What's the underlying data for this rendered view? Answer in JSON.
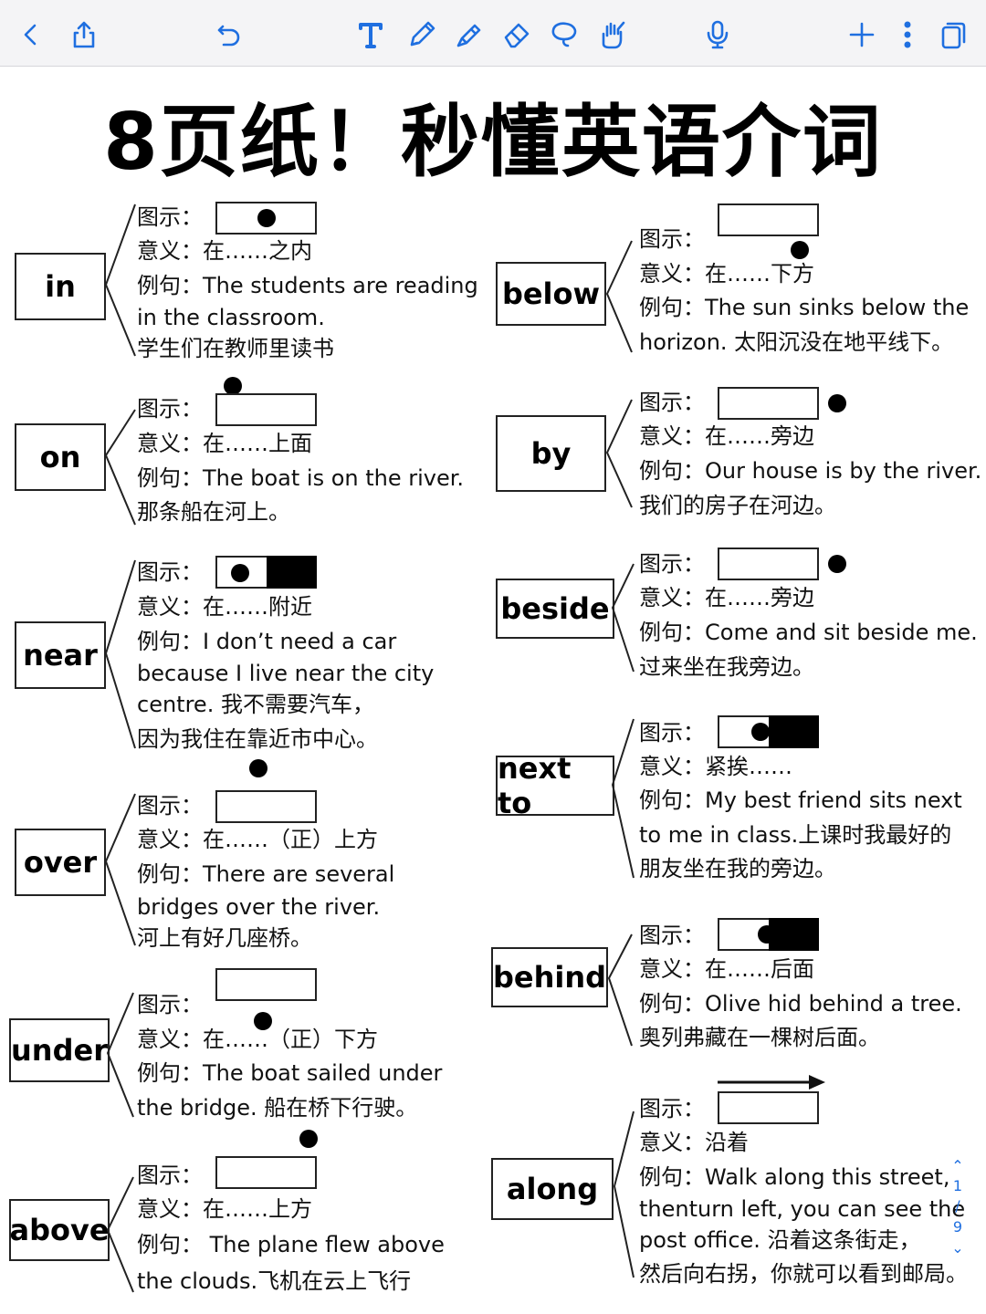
{
  "toolbar": {
    "icons": [
      "back-icon",
      "share-icon",
      "undo-icon",
      "text-tool-icon",
      "pen-icon",
      "highlighter-icon",
      "eraser-icon",
      "lasso-icon",
      "hand-pen-icon",
      "microphone-icon",
      "add-icon",
      "more-icon",
      "pages-icon"
    ]
  },
  "title": "8页纸！秒懂英语介词",
  "page_indicator": {
    "current": "1",
    "separator": "/",
    "total": "9"
  },
  "entries": [
    {
      "word": "in",
      "l1": "图示：",
      "l2": "意义：在……之内",
      "l3": "例句：The students are reading",
      "l4": "in the classroom.",
      "l5": "学生们在教师里读书"
    },
    {
      "word": "on",
      "l1": "图示：",
      "l2": "意义：在……上面",
      "l3": "例句：The boat is on the river.",
      "l4": "那条船在河上。",
      "l5": ""
    },
    {
      "word": "near",
      "l1": "图示：",
      "l2": "意义：在……附近",
      "l3": "例句：I don’t need a car",
      "l4": "because I live near the city",
      "l5": "centre. 我不需要汽车，",
      "l6": "因为我住在靠近市中心。"
    },
    {
      "word": "over",
      "l1": "图示：",
      "l2": "意义：在……（正）上方",
      "l3": "例句：There are several",
      "l4": "bridges  over the river.",
      "l5": "河上有好几座桥。"
    },
    {
      "word": "under",
      "l1": "图示：",
      "l2": "意义：在……（正）下方",
      "l3": "例句：The boat sailed under",
      "l4": "the bridge. 船在桥下行驶。",
      "l5": ""
    },
    {
      "word": "above",
      "l1": "图示：",
      "l2": "意义：在……上方",
      "l3": "例句： The plane flew above",
      "l4": "the  clouds.飞机在云上飞行",
      "l5": ""
    },
    {
      "word": "below",
      "l1": "图示：",
      "l2": "意义：在……下方",
      "l3": "例句：The sun sinks below the",
      "l4": "horizon. 太阳沉没在地平线下。",
      "l5": ""
    },
    {
      "word": "by",
      "l1": "图示：",
      "l2": "意义：在……旁边",
      "l3": "例句：Our house is by the river.",
      "l4": "我们的房子在河边。",
      "l5": ""
    },
    {
      "word": "beside",
      "l1": "图示：",
      "l2": "意义：在……旁边",
      "l3": "例句：Come and sit beside me.",
      "l4": "过来坐在我旁边。",
      "l5": ""
    },
    {
      "word": "next to",
      "l1": "图示：",
      "l2": "意义：紧挨……",
      "l3": "例句：My best friend sits next",
      "l4": "to me in class.上课时我最好的",
      "l5": "朋友坐在我的旁边。"
    },
    {
      "word": "behind",
      "l1": "图示：",
      "l2": "意义：在……后面",
      "l3": "例句：Olive hid behind a tree.",
      "l4": "奥列弗藏在一棵树后面。",
      "l5": ""
    },
    {
      "word": "along",
      "l1": "图示：",
      "l2": "意义：沿着",
      "l3": "例句：Walk along this street,",
      "l4": "thenturn left, you can see the",
      "l5": "post office. 沿着这条街走，",
      "l6": "然后向右拐，你就可以看到邮局。"
    }
  ]
}
